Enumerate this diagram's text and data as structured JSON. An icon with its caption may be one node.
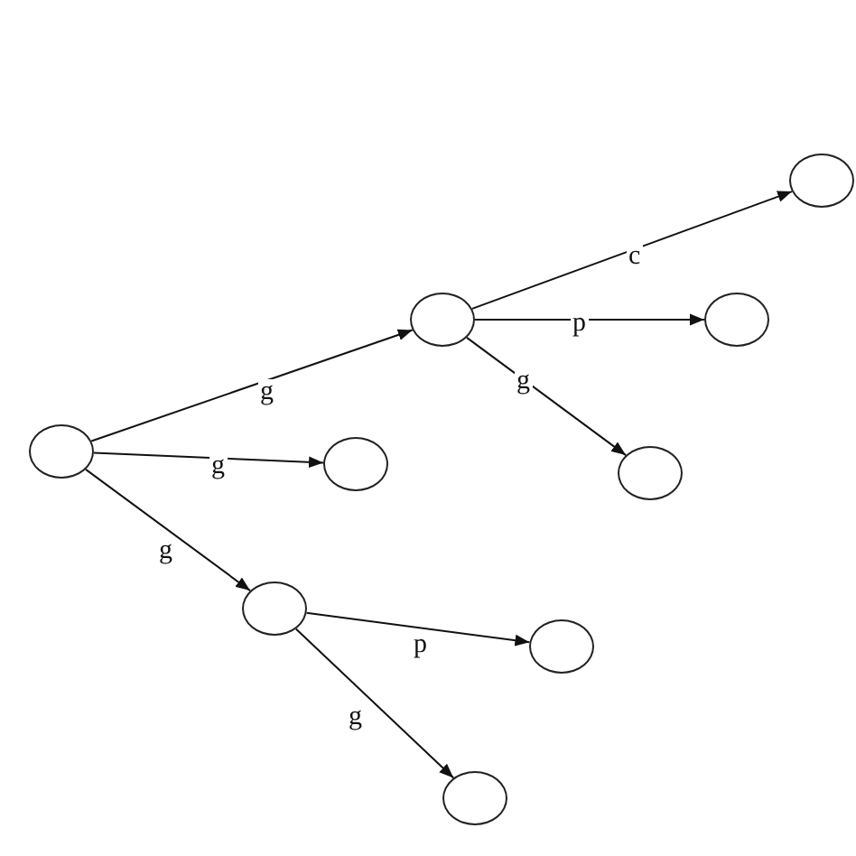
{
  "diagram": {
    "nodes": [
      {
        "text": [],
        "shape": "circle"
      },
      {
        "text": [],
        "shape": "circle"
      },
      {
        "text": [],
        "shape": "circle"
      },
      {
        "text": [],
        "shape": "circle"
      },
      {
        "text": [],
        "shape": "circle"
      },
      {
        "text": [],
        "shape": "circle"
      },
      {
        "text": [],
        "shape": "circle"
      },
      {
        "text": [],
        "shape": "circle"
      },
      {
        "text": [],
        "shape": "circle"
      }
    ],
    "edges": [
      {
        "from": 0,
        "to": 1,
        "arrow": "to",
        "label": "g"
      },
      {
        "from": 0,
        "to": 5,
        "arrow": "to",
        "label": "g"
      },
      {
        "from": 0,
        "to": 6,
        "arrow": "to",
        "label": "g"
      },
      {
        "from": 1,
        "to": 2,
        "arrow": "to",
        "label": "c"
      },
      {
        "from": 1,
        "to": 3,
        "arrow": "to",
        "label": "p"
      },
      {
        "from": 1,
        "to": 4,
        "arrow": "to",
        "label": "g"
      },
      {
        "from": 6,
        "to": 7,
        "arrow": "to",
        "label": "p"
      },
      {
        "from": 6,
        "to": 8,
        "arrow": "to",
        "label": "g"
      }
    ]
  }
}
